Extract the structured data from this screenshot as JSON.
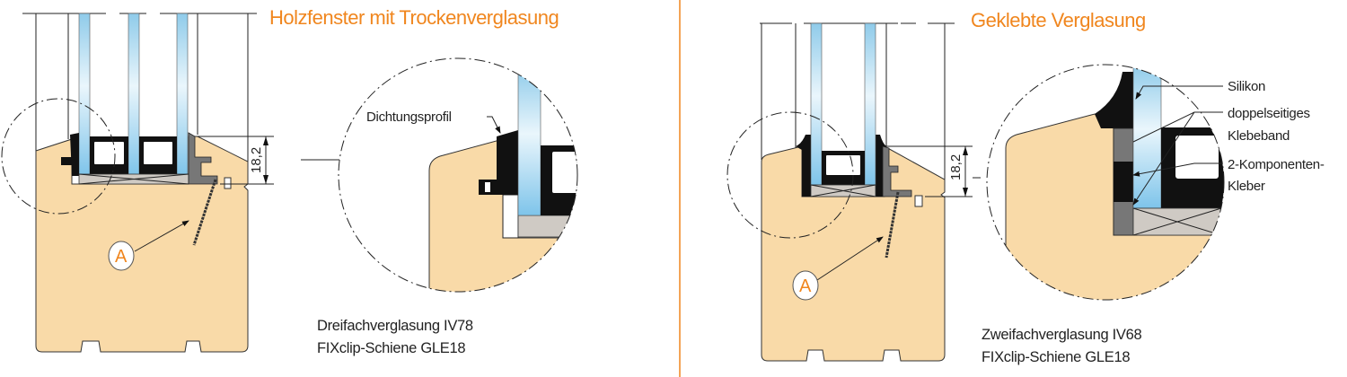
{
  "colors": {
    "accent": "#F0861E",
    "wood": "#F9DAA8",
    "glass": "#8FCBEA"
  },
  "left": {
    "title": "Holzfenster mit Trockenverglasung",
    "dimension": "18,2",
    "marker": "A",
    "detail_label": "Dichtungsprofil",
    "caption_line1": "Dreifachverglasung IV78",
    "caption_line2": "FIXclip-Schiene GLE18"
  },
  "right": {
    "title": "Geklebte Verglasung",
    "dimension": "18,2",
    "marker": "A",
    "detail_labels": [
      "Silikon",
      "doppelseitiges",
      "Klebeband",
      "2-Komponenten-",
      "Kleber"
    ],
    "caption_line1": "Zweifachverglasung IV68",
    "caption_line2": "FIXclip-Schiene GLE18"
  }
}
